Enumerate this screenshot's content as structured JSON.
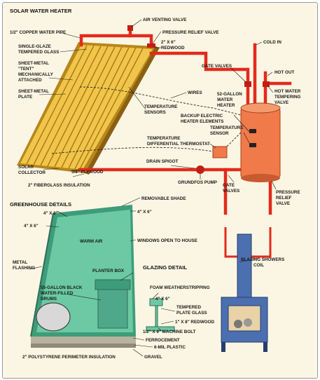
{
  "sections": {
    "solar": "SOLAR WATER HEATER",
    "greenhouse": "GREENHOUSE DETAILS",
    "glazing": "GLAZING DETAIL"
  },
  "labels": {
    "air_venting_valve": "AIR VENTING VALVE",
    "copper_pipe": "1/2\" COPPER WATER PIPE",
    "pressure_relief_valve_top": "PRESSURE RELIEF VALVE",
    "redwood_2x6": "2\" X 6\"",
    "redwood_word": "REDWOOD",
    "single_glaze_1": "SINGLE-GLAZE",
    "single_glaze_2": "TEMPERED GLASS",
    "cold_in": "COLD IN",
    "sheet_metal_tent_1": "SHEET-METAL",
    "sheet_metal_tent_2": "\"TENT\"",
    "sheet_metal_tent_3": "MECHANICALLY",
    "sheet_metal_tent_4": "ATTACHED",
    "gate_valves_top": "GATE VALVES",
    "hot_out": "HOT OUT",
    "sheet_metal_plate_1": "SHEET-METAL",
    "sheet_metal_plate_2": "PLATE",
    "wires": "WIRES",
    "heater_52_1": "52-GALLON",
    "heater_52_2": "WATER",
    "heater_52_3": "HEATER",
    "tempering_1": "HOT WATER",
    "tempering_2": "TEMPERING",
    "tempering_3": "VALVE",
    "temp_sensors_1": "TEMPERATURE",
    "temp_sensors_2": "SENSORS",
    "backup_1": "BACKUP ELECTRIC",
    "backup_2": "HEATER ELEMENTS",
    "temp_sensor_1": "TEMPERATURE",
    "temp_sensor_2": "SENSOR",
    "thermostat_1": "TEMPERATURE",
    "thermostat_2": "DIFFERENTIAL THERMOSTAT",
    "drain_spigot": "DRAIN SPIGOT",
    "solar_collector_1": "SOLAR",
    "solar_collector_2": "COLLECTOR",
    "plywood": "3/8\" PLYWOOD",
    "grundfos_pump": "GRUNDFOS PUMP",
    "gate_valves_bottom_1": "GATE",
    "gate_valves_bottom_2": "VALVES",
    "pressure_relief_bottom_1": "PRESSURE",
    "pressure_relief_bottom_2": "RELIEF",
    "pressure_relief_bottom_3": "VALVE",
    "fiberglass": "2\" FIBERGLASS INSULATION",
    "removable_shade": "REMOVABLE SHADE",
    "gh_4x8_top": "4\" X 8\"",
    "gh_4x6_top": "4\" X 6\"",
    "gh_4x6_left": "4\" X 6\"",
    "warm_air": "WARM AIR",
    "windows_open": "WINDOWS OPEN TO HOUSE",
    "metal_flashing_1": "METAL",
    "metal_flashing_2": "FLASHING",
    "blazing_1": "BLAZING SHOWERS",
    "blazing_2": "COIL",
    "planter_box": "PLANTER BOX",
    "drums_1": "55-GALLON BLACK",
    "drums_2": "WATER-FILLED",
    "drums_3": "DRUMS",
    "foam": "FOAM WEATHERSTRIPPING",
    "glz_4x6": "4\" X 6\"",
    "tempered_1": "TEMPERED",
    "tempered_2": "PLATE GLASS",
    "redwood_1x8": "1\" X 8\" REDWOOD",
    "machine_bolt": "1/2\" X 6\" MACHINE BOLT",
    "ferrocement": "FERROCEMENT",
    "plastic": "6-MIL PLASTIC",
    "polystyrene": "2\" POLYSTYRENE PERIMETER INSULATION",
    "gravel": "GRAVEL"
  },
  "colors": {
    "pipe": "#e32a1c",
    "collector": "#f0c64a",
    "collector_dark": "#b8861a",
    "greenhouse": "#6cc9a3",
    "greenhouse_dark": "#3e9c7a",
    "tank": "#f07a4a",
    "stove": "#4c6fb0"
  }
}
